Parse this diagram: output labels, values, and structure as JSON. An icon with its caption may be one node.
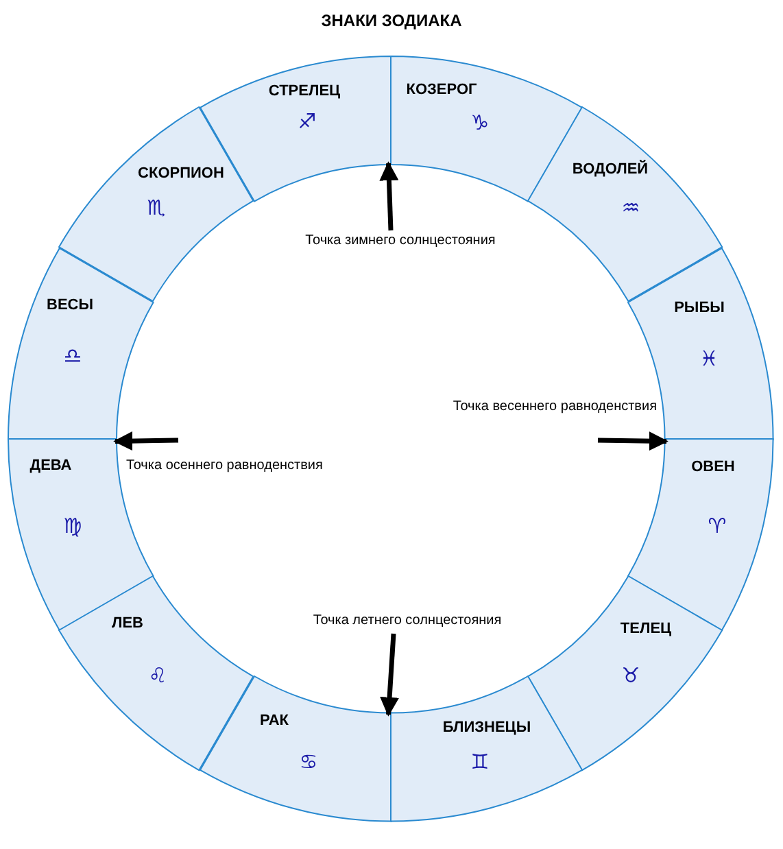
{
  "diagram": {
    "title": "ЗНАКИ ЗОДИАКА",
    "nodes": [
      {
        "text": [
          "СТРЕЛЕЦ",
          "♐"
        ]
      },
      {
        "text": [
          "КОЗЕРОГ",
          "♑"
        ]
      },
      {
        "text": [
          "СКОРПИОН",
          "♏"
        ]
      },
      {
        "text": [
          "ВОДОЛЕЙ",
          "♒"
        ]
      },
      {
        "text": [
          "ВЕСЫ",
          "♎"
        ]
      },
      {
        "text": [
          "РЫБЫ",
          "♓"
        ]
      },
      {
        "text": [
          "ДЕВА",
          "♍"
        ]
      },
      {
        "text": [
          "ОВЕН",
          "♈"
        ]
      },
      {
        "text": [
          "ЛЕВ",
          "♌"
        ]
      },
      {
        "text": [
          "ТЕЛЕЦ",
          "♉"
        ]
      },
      {
        "text": [
          "РАК",
          "♋"
        ]
      },
      {
        "text": [
          "БЛИЗНЕЦЫ",
          "♊"
        ]
      },
      {
        "text": [
          "Точка зимнего солнцестояния"
        ]
      },
      {
        "text": [
          "Точка весеннего равноденствия"
        ]
      },
      {
        "text": [
          "Точка осеннего равноденствия"
        ]
      },
      {
        "text": [
          "Точка летнего солнцестояния"
        ]
      }
    ],
    "edges": [
      {
        "from": 12,
        "to": 0,
        "arrow": "to"
      },
      {
        "from": 13,
        "to": 7,
        "arrow": "to"
      },
      {
        "from": 14,
        "to": 6,
        "arrow": "to"
      },
      {
        "from": 15,
        "to": 10,
        "arrow": "to"
      }
    ]
  }
}
